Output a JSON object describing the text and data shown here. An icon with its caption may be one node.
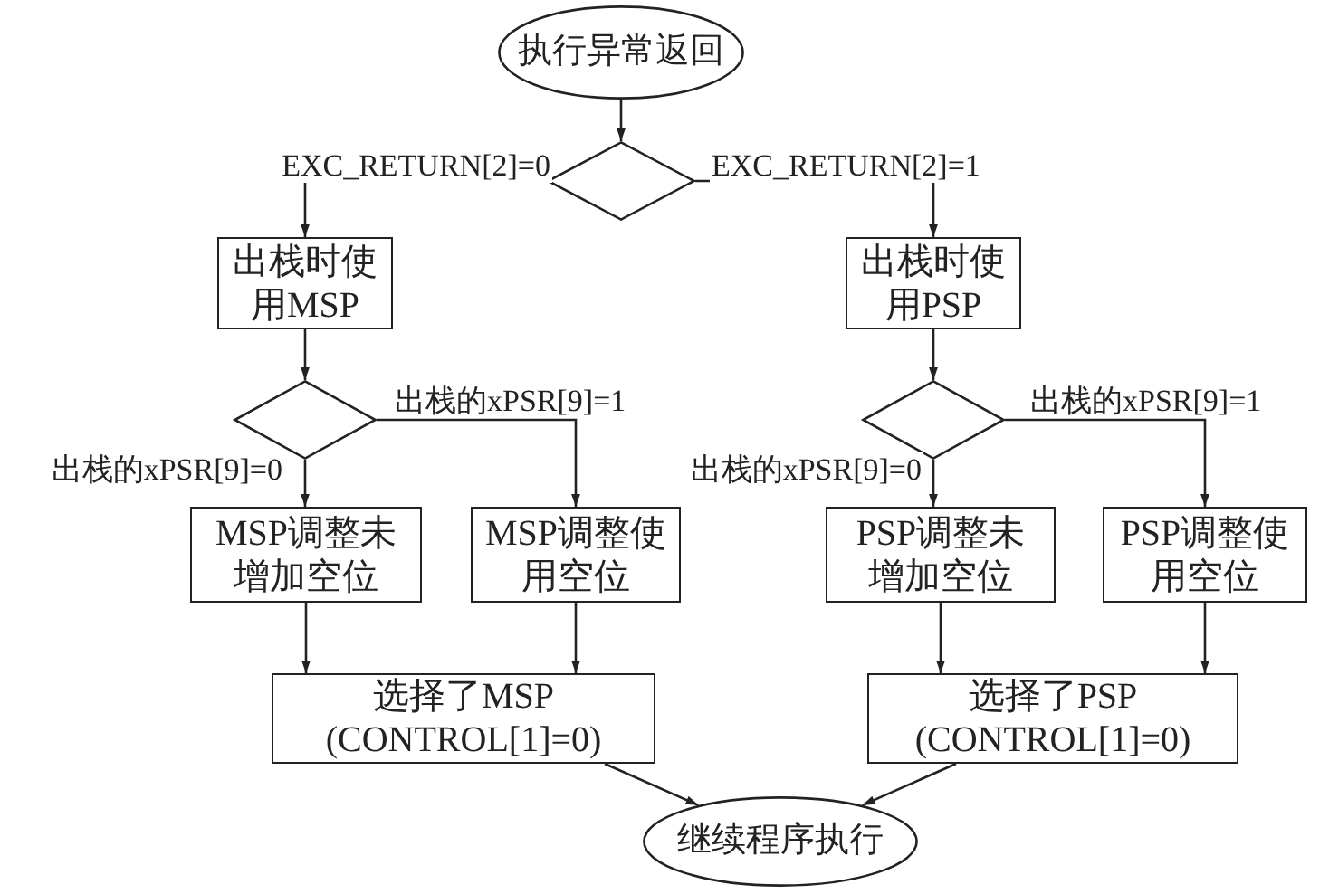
{
  "diagram": {
    "nodes": [
      {
        "text": [
          "执行异常返回"
        ]
      },
      {
        "text": [],
        "shape": "diamond"
      },
      {
        "text": [
          "出栈时使用MSP"
        ]
      },
      {
        "text": [
          "出栈时使用PSP"
        ]
      },
      {
        "text": [],
        "shape": "diamond"
      },
      {
        "text": [],
        "shape": "diamond"
      },
      {
        "text": [
          "MSP调整未增加空位"
        ]
      },
      {
        "text": [
          "MSP调整使用空位"
        ]
      },
      {
        "text": [
          "PSP调整未增加空位"
        ]
      },
      {
        "text": [
          "PSP调整使用空位"
        ]
      },
      {
        "text": [
          "选择了MSP (CONTROL[1]=0)"
        ]
      },
      {
        "text": [
          "选择了PSP (CONTROL[1]=0)"
        ]
      },
      {
        "text": [
          "继续程序执行"
        ]
      }
    ],
    "edges": [
      {
        "from": 0,
        "to": 1,
        "arrow": "to"
      },
      {
        "from": 1,
        "to": 2,
        "arrow": "to",
        "label": "EXC_RETURN[2]=0"
      },
      {
        "from": 1,
        "to": 3,
        "arrow": "to",
        "label": "EXC_RETURN[2]=1"
      },
      {
        "from": 2,
        "to": 4,
        "arrow": "to"
      },
      {
        "from": 4,
        "to": 6,
        "arrow": "to",
        "label": "出栈的xPSR[9]=0"
      },
      {
        "from": 4,
        "to": 7,
        "arrow": "to",
        "label": "出栈的xPSR[9]=1"
      },
      {
        "from": 3,
        "to": 5,
        "arrow": "to"
      },
      {
        "from": 5,
        "to": 8,
        "arrow": "to",
        "label": "出栈的xPSR[9]=0"
      },
      {
        "from": 5,
        "to": 9,
        "arrow": "to",
        "label": "出栈的xPSR[9]=1"
      },
      {
        "from": 6,
        "to": 10,
        "arrow": "to"
      },
      {
        "from": 7,
        "to": 10,
        "arrow": "to"
      },
      {
        "from": 8,
        "to": 11,
        "arrow": "to"
      },
      {
        "from": 9,
        "to": 11,
        "arrow": "to"
      },
      {
        "from": 10,
        "to": 12,
        "arrow": "to"
      },
      {
        "from": 11,
        "to": 12,
        "arrow": "to"
      }
    ]
  }
}
